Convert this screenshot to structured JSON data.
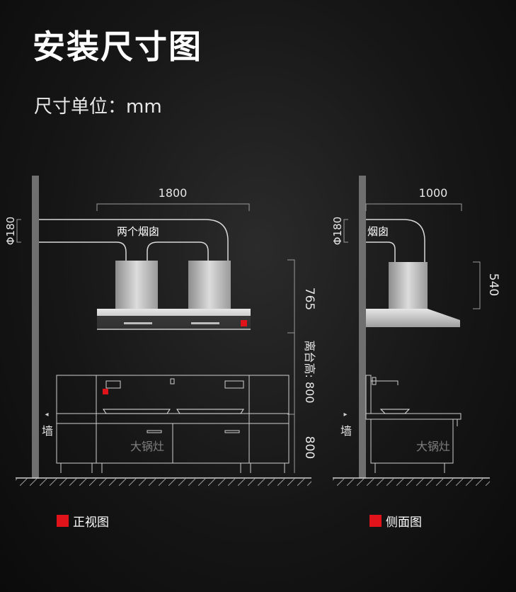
{
  "title": "安装尺寸图",
  "subtitle": "尺寸单位：mm",
  "colors": {
    "accent": "#e0121a",
    "line": "#bdbdbd",
    "steel": "#c8c8c8",
    "background": "#161616"
  },
  "front": {
    "width_label": "1800",
    "pipe_diameter_label": "Φ180",
    "chimney_label": "两个烟囱",
    "hood_height_label": "765",
    "height_from_counter_label": "离台高: 800",
    "counter_height_label": "800",
    "wall_label": "墙",
    "stove_label": "大锅灶",
    "legend_label": "正视图"
  },
  "side": {
    "width_label": "1000",
    "pipe_diameter_label": "Φ180",
    "chimney_label": "烟囱",
    "hood_height_label": "540",
    "wall_label": "墙",
    "stove_label": "大锅灶",
    "legend_label": "侧面图"
  }
}
